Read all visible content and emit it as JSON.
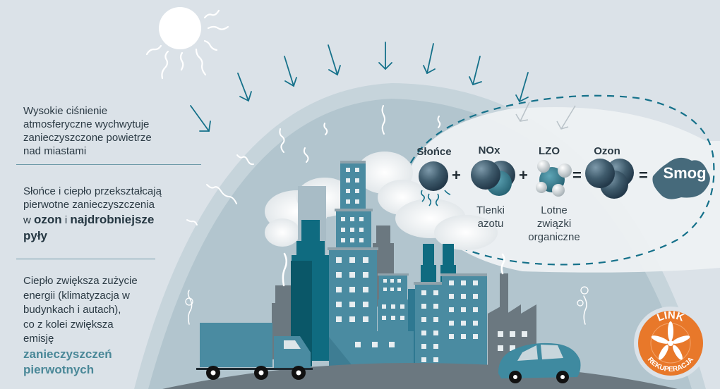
{
  "left_panel": {
    "block1": {
      "lines": [
        "Wysokie ciśnienie",
        "atmosferyczne wychwytuje",
        "zanieczyszczone powietrze",
        "nad miastami"
      ]
    },
    "block2": {
      "line1": "Słońce i ciepło przekształcają",
      "line2": "pierwotne zanieczyszczenia",
      "line3_prefix": "w ",
      "line3_bold1": "ozon",
      "line3_mid": " i ",
      "line3_bold2": "najdrobniejsze",
      "line4_bold": "pyły"
    },
    "block3": {
      "lines": [
        "Ciepło zwiększa zużycie",
        "energii (klimatyzacja w",
        "budynkach i autach),",
        "co z kolei zwiększa",
        "emisję"
      ],
      "accent_lines": [
        "zanieczyszczeń",
        "pierwotnych"
      ]
    }
  },
  "equation": {
    "terms": [
      {
        "label": "Słońce",
        "sub": []
      },
      {
        "label": "NOx",
        "sub": [
          "Tlenki",
          "azotu"
        ]
      },
      {
        "label": "LZO",
        "sub": [
          "Lotne",
          "związki",
          "organiczne"
        ]
      },
      {
        "label": "Ozon",
        "sub": []
      }
    ],
    "operators": [
      "+",
      "+",
      "=",
      "="
    ],
    "result": "Smog"
  },
  "badge": {
    "top_text": "LINK",
    "bottom_text": "REKUPERACJA",
    "color": "#e8782a"
  },
  "colors": {
    "background": "#dbe2e8",
    "dome": "#b3c6cf",
    "teal": "#0d6c80",
    "building_blue": "#4a8ba1",
    "dark_teal": "#0f6275",
    "gray_building": "#6b7880",
    "molecule": "#3f5b6c",
    "accent_text": "#4a8898"
  }
}
